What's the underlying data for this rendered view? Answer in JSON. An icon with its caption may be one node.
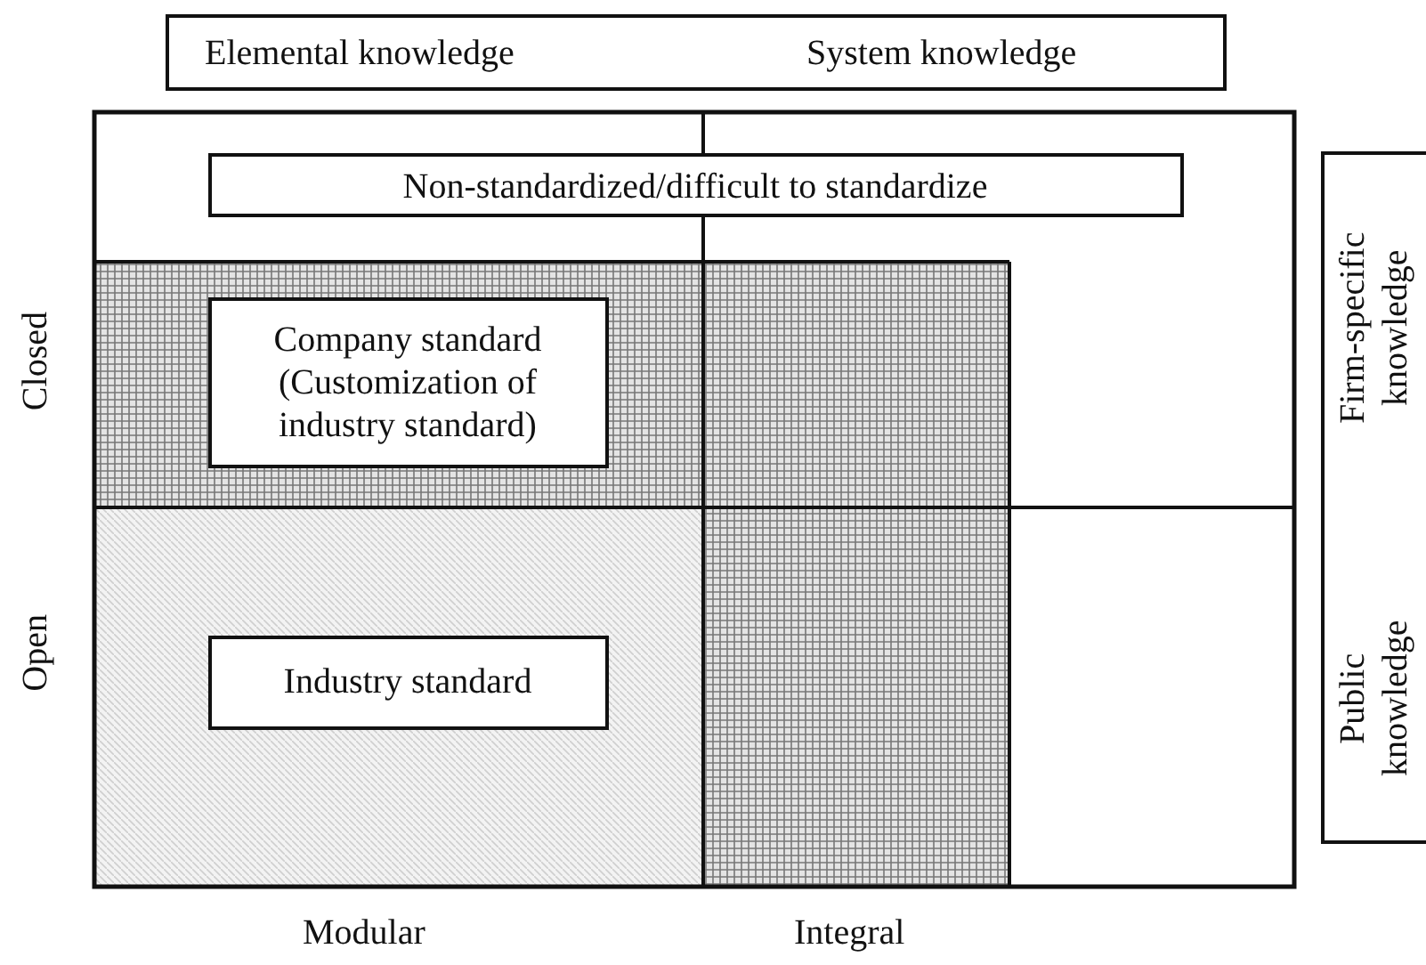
{
  "diagram": {
    "nodes": [
      {
        "text": [
          "Elemental knowledge",
          "System knowledge"
        ]
      },
      {
        "text": [
          "Non-standardized/difficult to standardize"
        ]
      },
      {
        "text": [
          "Company standard (Customization of industry standard)"
        ]
      },
      {
        "text": [
          "Industry standard"
        ]
      },
      {
        "text": [
          "Firm-specific knowledge",
          "Public knowledge"
        ]
      }
    ],
    "edges": [],
    "labels": [
      "Closed",
      "Open",
      "Modular",
      "Integral"
    ]
  }
}
